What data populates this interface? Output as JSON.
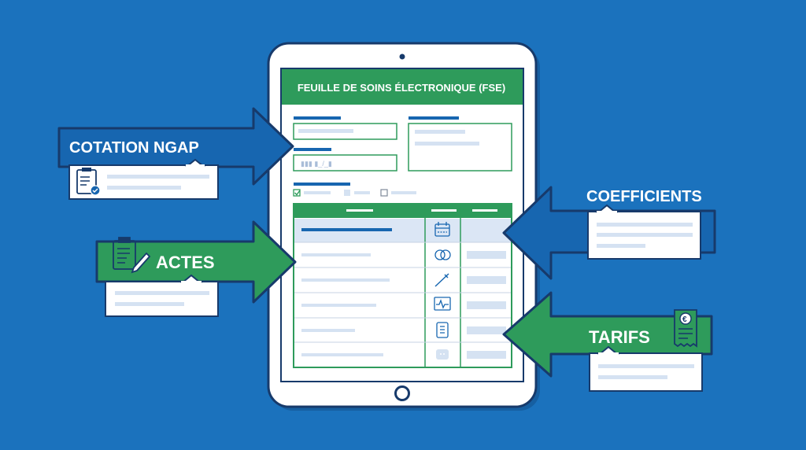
{
  "colors": {
    "background": "#1b72bd",
    "navy": "#173a6b",
    "green": "#2e9b5b",
    "blue_arrow": "#1766b0",
    "placeholder": "#d5e2f2",
    "highlight_row": "#dbe6f5"
  },
  "tablet": {
    "form_title": "FEUILLE DE SOINS ÉLECTRONIQUE (FSE)",
    "date_placeholder": "▮▮▮ ▮_/_▮",
    "row_icons": [
      "calendar-icon",
      "rings-icon",
      "syringe-icon",
      "ecg-icon",
      "device-icon",
      "bandage-icon"
    ]
  },
  "callouts": {
    "cotation": {
      "title": "COTATION NGAP",
      "icon": "clipboard-check-icon"
    },
    "actes": {
      "title": "ACTES",
      "icon": "clipboard-pen-icon"
    },
    "coefficients": {
      "title": "COEFFICIENTS"
    },
    "tarifs": {
      "title": "TARIFS",
      "icon": "euro-receipt-icon"
    }
  }
}
